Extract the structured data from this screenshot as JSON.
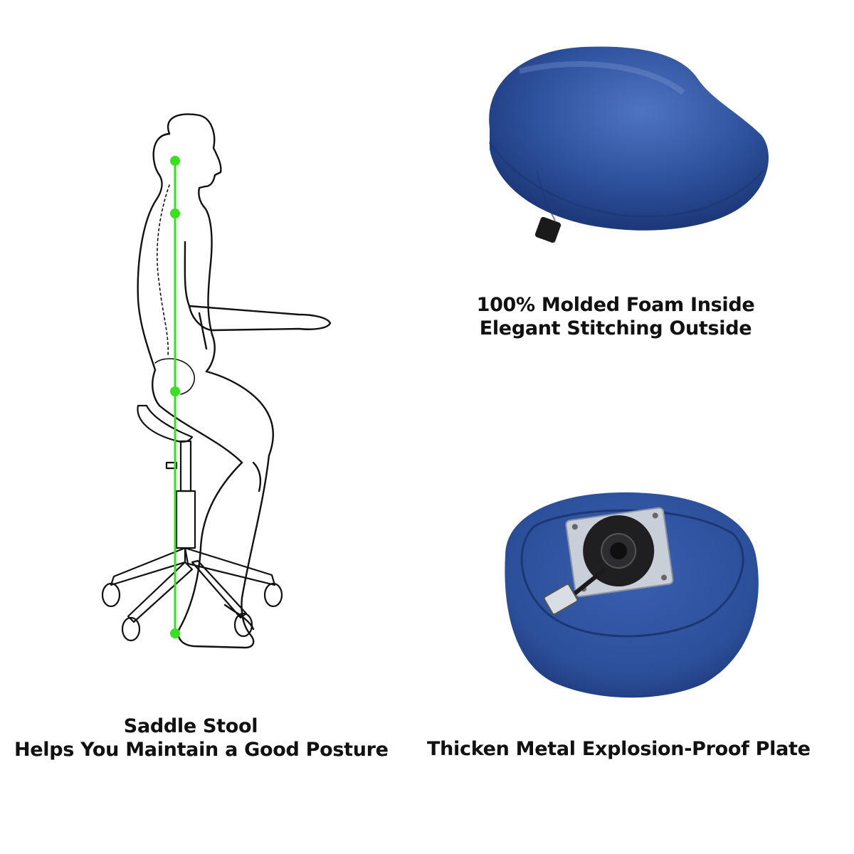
{
  "panels": {
    "posture": {
      "line1": "Saddle Stool",
      "line2": "Helps You Maintain a Good Posture",
      "spine_color": "#39e020",
      "icon": "seated-figure-spine-icon"
    },
    "seat_top": {
      "line1": "100% Molded Foam Inside",
      "line2": "Elegant Stitching Outside",
      "leather_color": "#2c4f9a",
      "icon": "saddle-seat-icon"
    },
    "seat_bottom": {
      "line1": "Thicken Metal Explosion-Proof Plate",
      "leather_color": "#2c4f9a",
      "icon": "seat-underside-plate-icon"
    }
  }
}
